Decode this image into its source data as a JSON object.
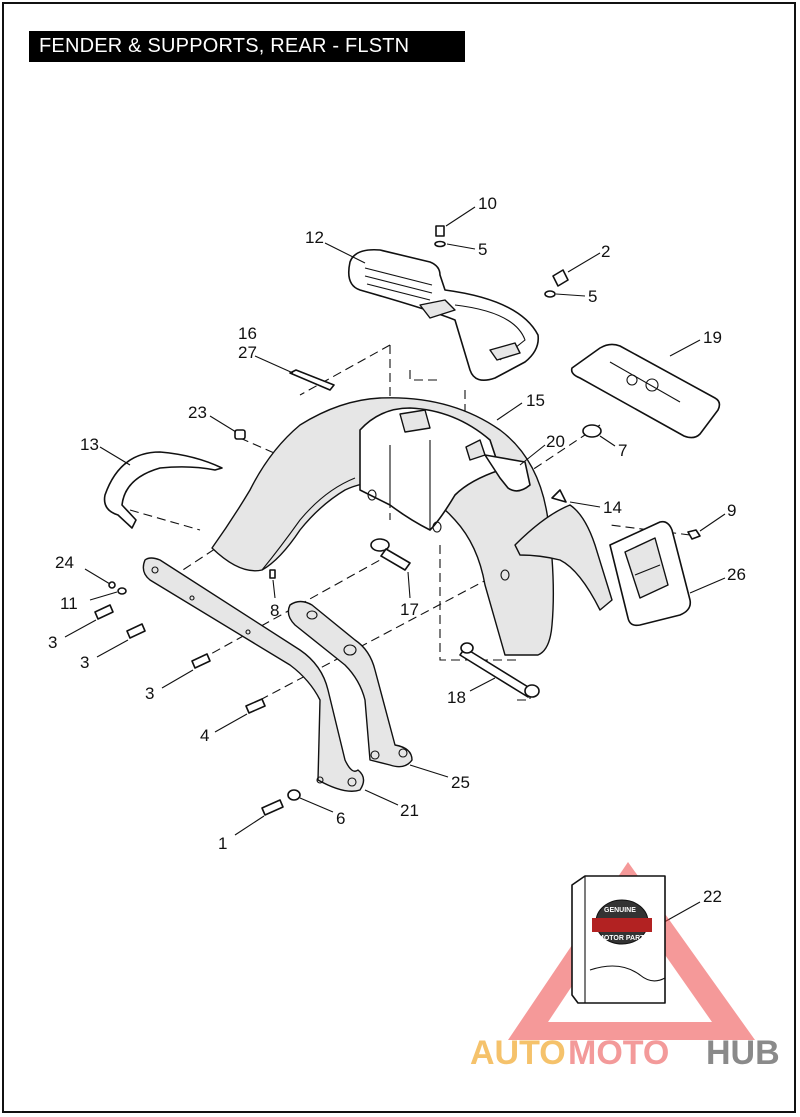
{
  "header": {
    "title": "FENDER & SUPPORTS, REAR - FLSTN"
  },
  "callouts": [
    {
      "id": "c10",
      "label": "10"
    },
    {
      "id": "c5a",
      "label": "5"
    },
    {
      "id": "c12",
      "label": "12"
    },
    {
      "id": "c2",
      "label": "2"
    },
    {
      "id": "c5b",
      "label": "5"
    },
    {
      "id": "c19",
      "label": "19"
    },
    {
      "id": "c16",
      "label": "16"
    },
    {
      "id": "c27",
      "label": "27"
    },
    {
      "id": "c15",
      "label": "15"
    },
    {
      "id": "c23",
      "label": "23"
    },
    {
      "id": "c20",
      "label": "20"
    },
    {
      "id": "c7",
      "label": "7"
    },
    {
      "id": "c13",
      "label": "13"
    },
    {
      "id": "c14",
      "label": "14"
    },
    {
      "id": "c9",
      "label": "9"
    },
    {
      "id": "c24",
      "label": "24"
    },
    {
      "id": "c26",
      "label": "26"
    },
    {
      "id": "c11",
      "label": "11"
    },
    {
      "id": "c8",
      "label": "8"
    },
    {
      "id": "c17",
      "label": "17"
    },
    {
      "id": "c3a",
      "label": "3"
    },
    {
      "id": "c3b",
      "label": "3"
    },
    {
      "id": "c3c",
      "label": "3"
    },
    {
      "id": "c18",
      "label": "18"
    },
    {
      "id": "c4",
      "label": "4"
    },
    {
      "id": "c25",
      "label": "25"
    },
    {
      "id": "c21",
      "label": "21"
    },
    {
      "id": "c6",
      "label": "6"
    },
    {
      "id": "c1",
      "label": "1"
    },
    {
      "id": "c22",
      "label": "22"
    }
  ],
  "badge": {
    "line1": "GENUINE",
    "line2": "MOTOR PARTS"
  },
  "watermark": {
    "part1": "AUTO",
    "part2": "MOTO",
    "part3": "HUB"
  },
  "colors": {
    "watermark_red": "#ec4646",
    "watermark_orange": "#f5c26b",
    "watermark_pink": "#f39a9a",
    "watermark_gray": "#8a8a8a"
  }
}
